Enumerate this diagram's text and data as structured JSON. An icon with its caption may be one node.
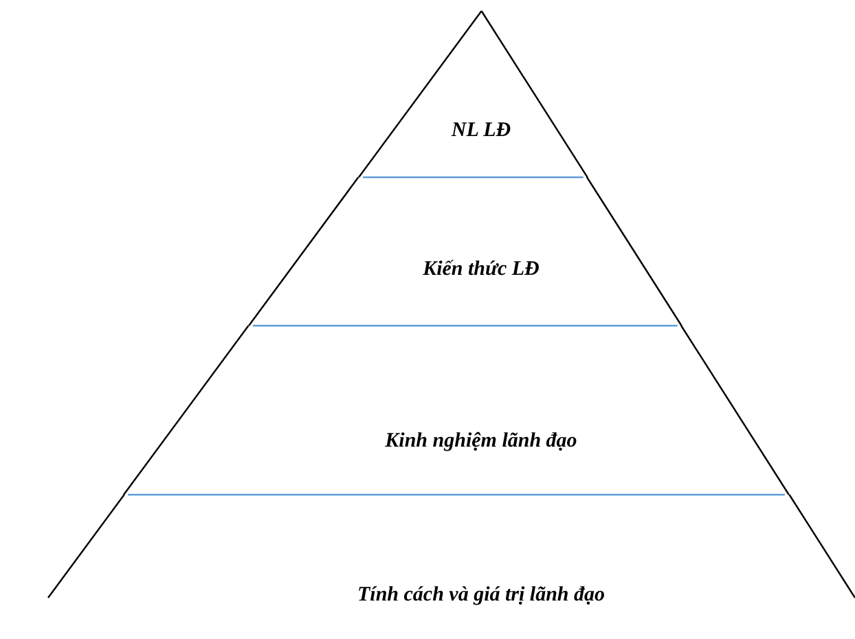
{
  "diagram": {
    "nodes": [
      {
        "text": [
          "NL LĐ"
        ]
      },
      {
        "text": [
          "Kiến thức LĐ"
        ]
      },
      {
        "text": [
          "Kinh nghiệm lãnh đạo"
        ]
      },
      {
        "text": [
          "Tính cách và giá trị lãnh đạo"
        ]
      }
    ]
  }
}
